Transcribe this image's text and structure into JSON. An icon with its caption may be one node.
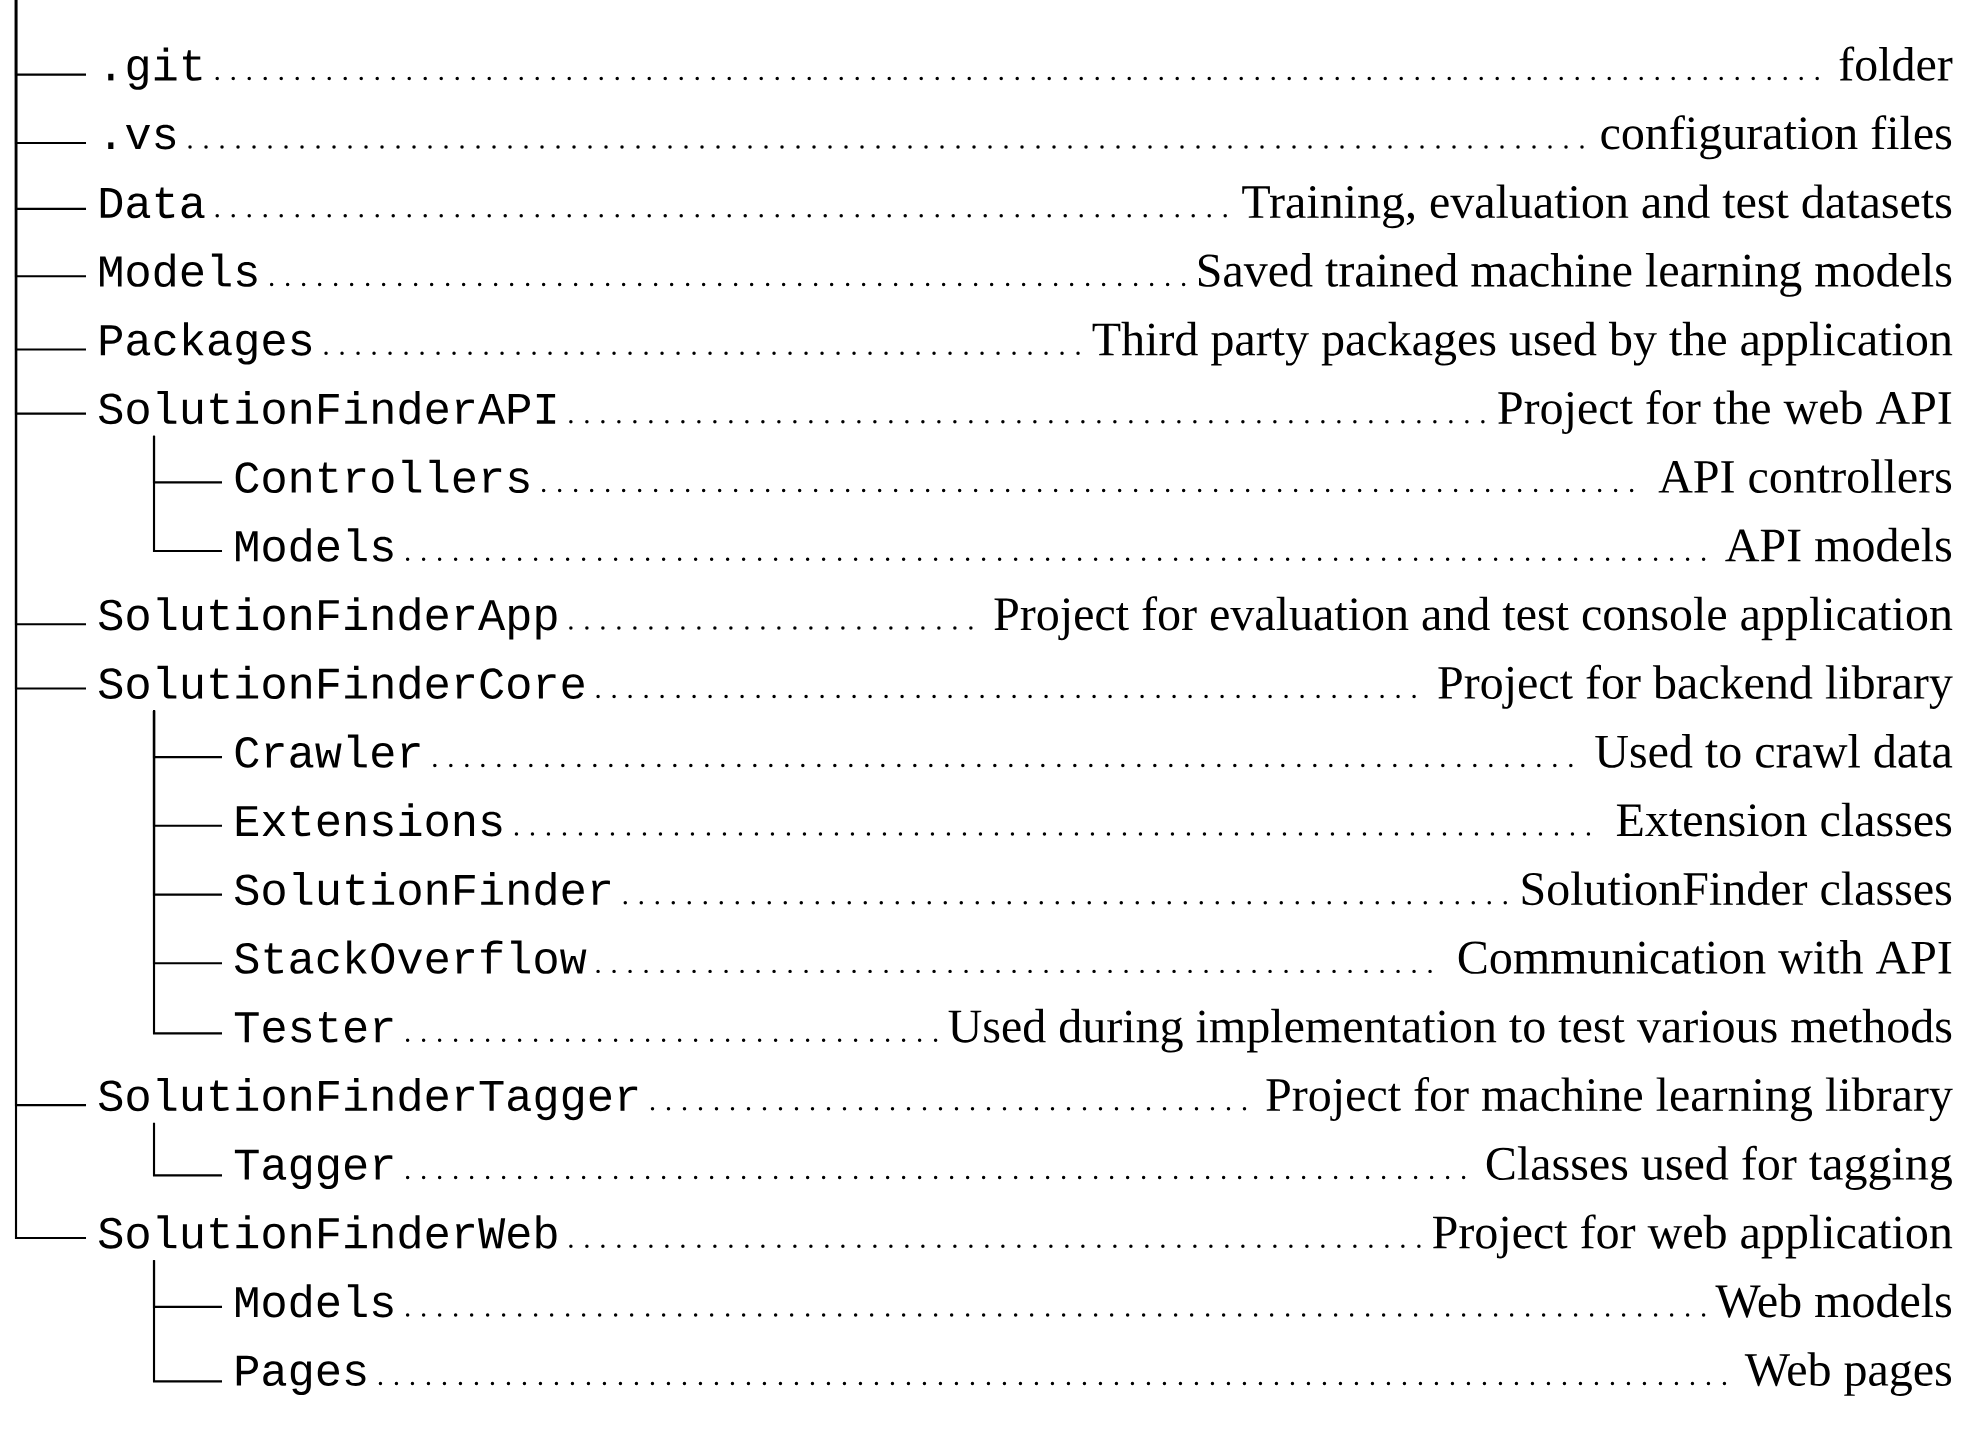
{
  "diagram": {
    "nodes": [
      {
        "text": [
          ".git",
          "folder"
        ]
      },
      {
        "text": [
          ".vs",
          "configuration files"
        ]
      },
      {
        "text": [
          "Data",
          "Training, evaluation and test datasets"
        ]
      },
      {
        "text": [
          "Models",
          "Saved trained machine learning models"
        ]
      },
      {
        "text": [
          "Packages",
          "Third party packages used by the application"
        ]
      },
      {
        "text": [
          "SolutionFinderAPI",
          "Project for the web API"
        ]
      },
      {
        "text": [
          "Controllers",
          "API controllers"
        ]
      },
      {
        "text": [
          "Models",
          "API models"
        ]
      },
      {
        "text": [
          "SolutionFinderApp",
          "Project for evaluation and test console application"
        ]
      },
      {
        "text": [
          "SolutionFinderCore",
          "Project for backend library"
        ]
      },
      {
        "text": [
          "Crawler",
          "Used to crawl data"
        ]
      },
      {
        "text": [
          "Extensions",
          "Extension classes"
        ]
      },
      {
        "text": [
          "SolutionFinder",
          "SolutionFinder classes"
        ]
      },
      {
        "text": [
          "StackOverflow",
          "Communication with API"
        ]
      },
      {
        "text": [
          "Tester",
          "Used during implementation to test various methods"
        ]
      },
      {
        "text": [
          "SolutionFinderTagger",
          "Project for machine learning library"
        ]
      },
      {
        "text": [
          "Tagger",
          "Classes used for tagging"
        ]
      },
      {
        "text": [
          "SolutionFinderWeb",
          "Project for web application"
        ]
      },
      {
        "text": [
          "Models",
          "Web models"
        ]
      },
      {
        "text": [
          "Pages",
          "Web pages"
        ]
      }
    ],
    "edges": [
      {
        "from": null,
        "to": 0,
        "arrow": "none"
      },
      {
        "from": null,
        "to": 1,
        "arrow": "none"
      },
      {
        "from": null,
        "to": 2,
        "arrow": "none"
      },
      {
        "from": null,
        "to": 3,
        "arrow": "none"
      },
      {
        "from": null,
        "to": 4,
        "arrow": "none"
      },
      {
        "from": null,
        "to": 5,
        "arrow": "none"
      },
      {
        "from": 5,
        "to": 6,
        "arrow": "none"
      },
      {
        "from": 5,
        "to": 7,
        "arrow": "none"
      },
      {
        "from": null,
        "to": 8,
        "arrow": "none"
      },
      {
        "from": null,
        "to": 9,
        "arrow": "none"
      },
      {
        "from": 9,
        "to": 10,
        "arrow": "none"
      },
      {
        "from": 9,
        "to": 11,
        "arrow": "none"
      },
      {
        "from": 9,
        "to": 12,
        "arrow": "none"
      },
      {
        "from": 9,
        "to": 13,
        "arrow": "none"
      },
      {
        "from": 9,
        "to": 14,
        "arrow": "none"
      },
      {
        "from": null,
        "to": 15,
        "arrow": "none"
      },
      {
        "from": 15,
        "to": 16,
        "arrow": "none"
      },
      {
        "from": null,
        "to": 17,
        "arrow": "none"
      },
      {
        "from": 17,
        "to": 18,
        "arrow": "none"
      },
      {
        "from": 17,
        "to": 19,
        "arrow": "none"
      }
    ]
  }
}
